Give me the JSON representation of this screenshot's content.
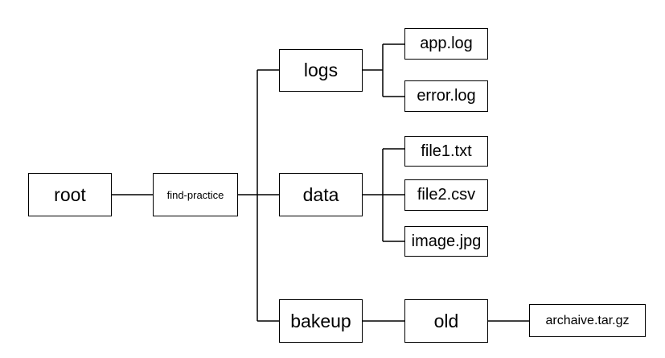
{
  "diagram": {
    "nodes": {
      "root": "root",
      "find_practice": "find-practice",
      "logs": "logs",
      "data": "data",
      "bakeup": "bakeup",
      "app_log": "app.log",
      "error_log": "error.log",
      "file1": "file1.txt",
      "file2": "file2.csv",
      "image": "image.jpg",
      "old": "old",
      "archive": "archaive.tar.gz"
    },
    "colors": {
      "line": "#000000",
      "box_border": "#000000",
      "box_fill": "#ffffff",
      "text": "#000000"
    }
  }
}
